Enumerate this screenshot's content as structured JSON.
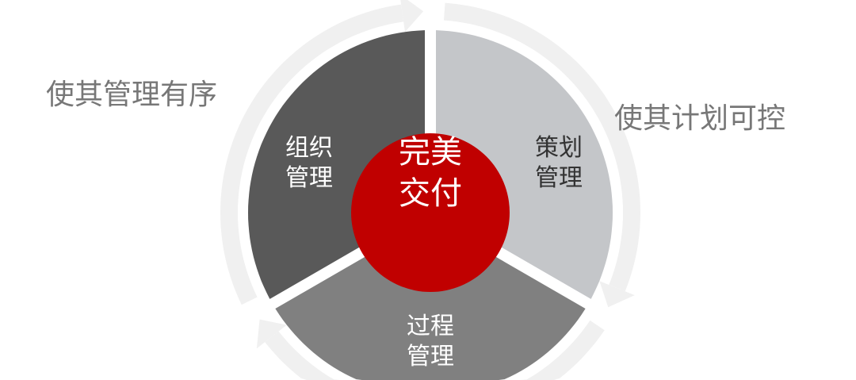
{
  "center": {
    "line1": "完美",
    "line2": "交付"
  },
  "segments": [
    {
      "id": "organize",
      "line1": "组织",
      "line2": "管理",
      "color": "#595959"
    },
    {
      "id": "plan",
      "line1": "策划",
      "line2": "管理",
      "color": "#c4c6c9"
    },
    {
      "id": "process",
      "line1": "过程",
      "line2": "管理",
      "color": "#808080"
    }
  ],
  "side_labels": {
    "left": "使其管理有序",
    "right": "使其计划可控"
  },
  "colors": {
    "center": "#c00000",
    "ring": "#f0f0f0"
  }
}
